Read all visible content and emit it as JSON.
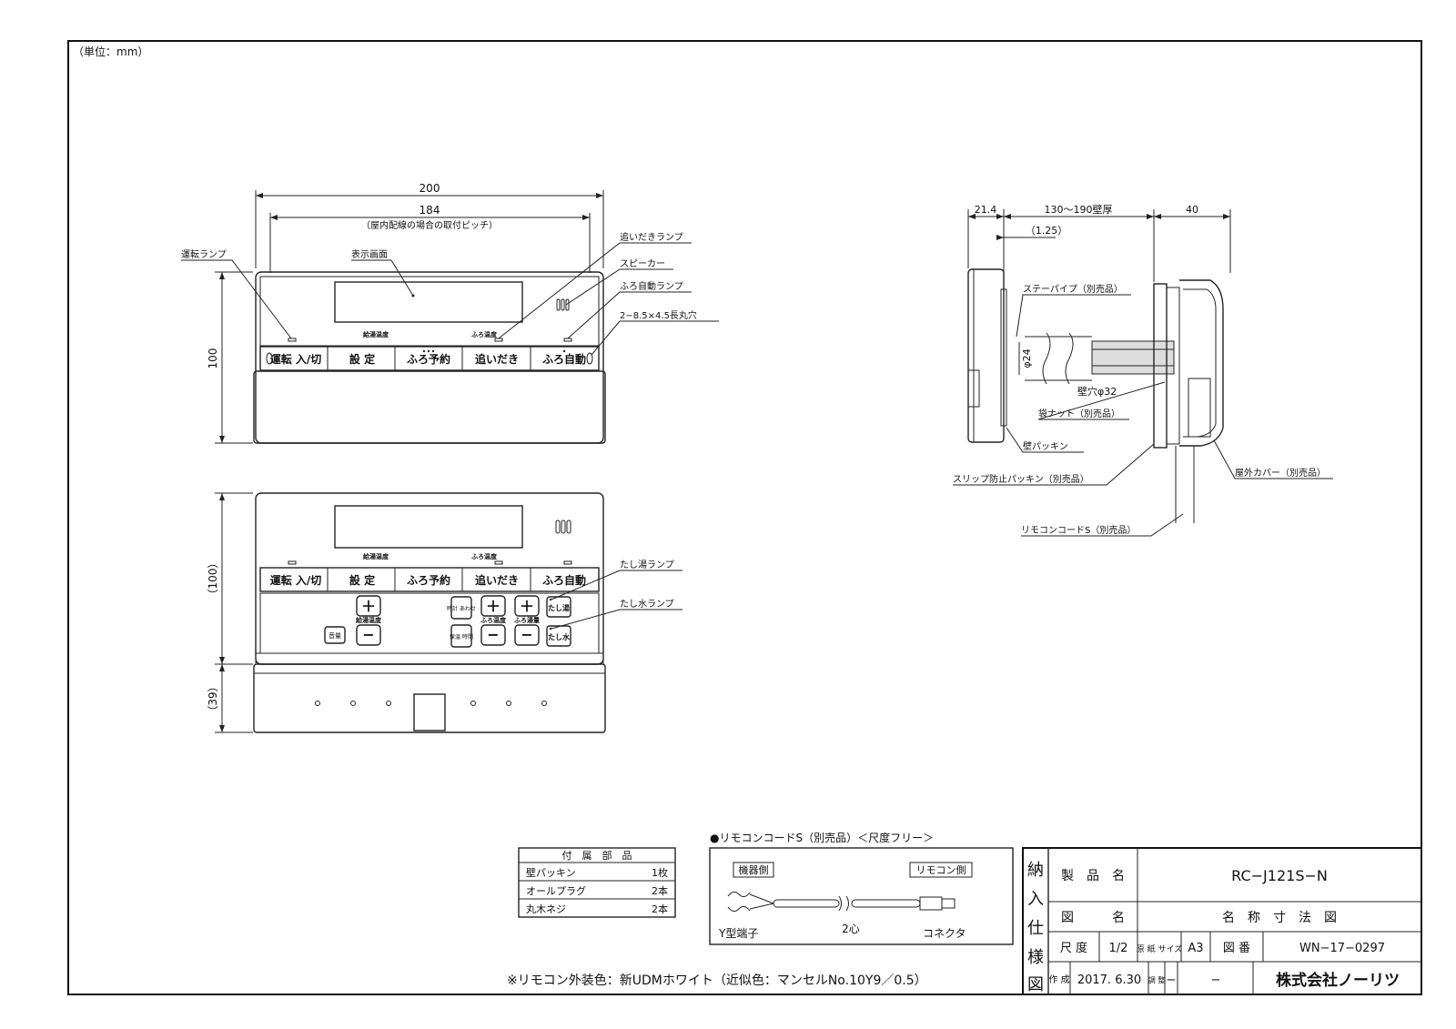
{
  "unit_note": "（単位：mm）",
  "front_view": {
    "dim_width": "200",
    "dim_pitch": "184",
    "dim_pitch_note": "（屋内配線の場合の取付ピッチ）",
    "dim_height": "100",
    "callouts": {
      "run_lamp": "運転ランプ",
      "display": "表示画面",
      "reheat_lamp": "追いだきランプ",
      "speaker": "スピーカー",
      "bath_auto_lamp": "ふろ自動ランプ",
      "holes": "2−8.5×4.5長丸穴"
    },
    "screen_labels": [
      "給湯温度",
      "ふろ温度"
    ],
    "buttons": [
      "運転 入/切",
      "設 定",
      "ふろ予約",
      "追いだき",
      "ふろ自動"
    ]
  },
  "open_view": {
    "dim_height": "（100）",
    "dim_lid": "（39）",
    "callouts": {
      "add_hot_lamp": "たし湯ランプ",
      "add_water_lamp": "たし水ランプ"
    },
    "lower_buttons": {
      "volume": "音量",
      "clock": "時計 あわせ",
      "keep_time": "保温 時間",
      "hot_temp": "給湯温度",
      "bath_temp": "ふろ温度",
      "bath_level": "ふろ湯量",
      "add_hot": "たし湯",
      "add_water": "たし水",
      "plus": "＋",
      "minus": "−"
    }
  },
  "side_view": {
    "dim_214": "21.4",
    "dim_wall": "130〜190壁厚",
    "dim_40": "40",
    "dim_125": "（1.25）",
    "dim_phi24": "φ24",
    "wall_hole": "壁穴φ32",
    "callouts": {
      "stay_pipe": "ステーパイプ（別売品）",
      "bag_nut": "袋ナット（別売品）",
      "wall_packing": "壁パッキン",
      "slip_packing": "スリップ防止パッキン（別売品）",
      "remote_cord": "リモコンコードS（別売品）",
      "outdoor_cover": "屋外カバー（別売品）"
    }
  },
  "accessories": {
    "title": "付　属　部　品",
    "rows": [
      {
        "name": "壁パッキン",
        "qty": "1枚"
      },
      {
        "name": "オールプラグ",
        "qty": "2本"
      },
      {
        "name": "丸木ネジ",
        "qty": "2本"
      }
    ]
  },
  "cord": {
    "title": "●リモコンコードS（別売品）＜尺度フリー＞",
    "device_side": "機器側",
    "remote_side": "リモコン側",
    "y_terminal": "Y型端子",
    "core": "2心",
    "connector": "コネクタ"
  },
  "color_note": "※リモコン外装色：新UDMホワイト（近似色：マンセルNo.10Y9／0.5）",
  "title_block": {
    "side_label": [
      "納",
      "入",
      "仕",
      "様",
      "図"
    ],
    "product_label": "製　品　名",
    "product_value": "RC−J121S−N",
    "drawing_label": "図　　　名",
    "drawing_value": "名　称　寸　法　図",
    "scale_label": "尺 度",
    "scale_value": "1/2",
    "paper_label": "原 紙 サイズ",
    "paper_value": "A3",
    "number_label": "図 番",
    "number_value": "WN−17−0297",
    "made_label": "作 成",
    "made_value": "2017. 6.30",
    "adjust_label": "調 整",
    "adjust_value": "−",
    "adjust_value2": "−",
    "company": "株式会社ノーリツ"
  }
}
